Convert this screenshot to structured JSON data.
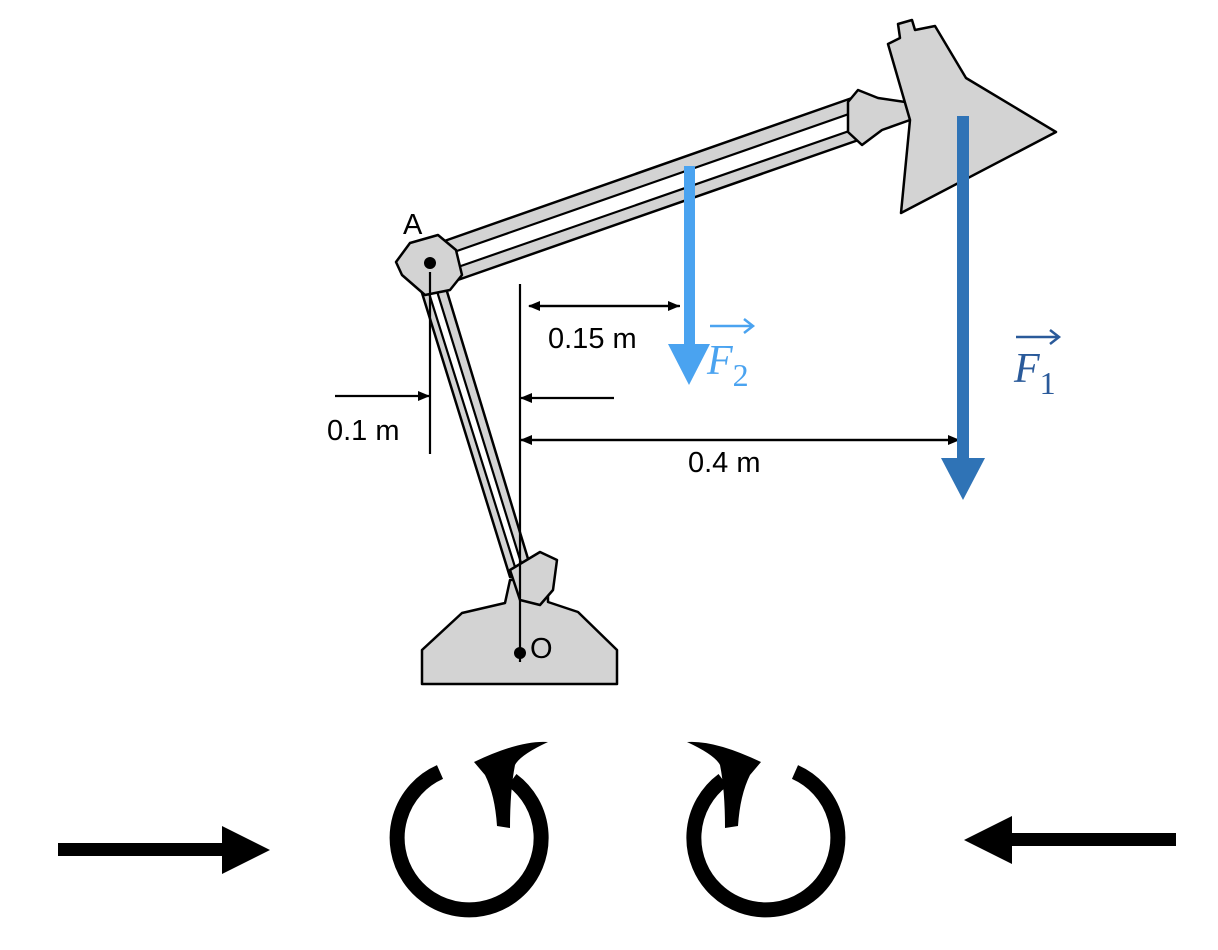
{
  "labels": {
    "point_a": "A",
    "point_o": "O",
    "dim_f2": "0.15 m",
    "dim_a": "0.1 m",
    "dim_f1": "0.4 m"
  },
  "forces": {
    "f1": {
      "symbol": "F",
      "subscript": "1",
      "color": "#2f73b6"
    },
    "f2": {
      "symbol": "F",
      "subscript": "2",
      "color": "#4aa3f0"
    }
  },
  "icons": [
    "arrow-right-icon",
    "rotate-counterclockwise-icon",
    "rotate-clockwise-icon",
    "arrow-left-icon"
  ]
}
